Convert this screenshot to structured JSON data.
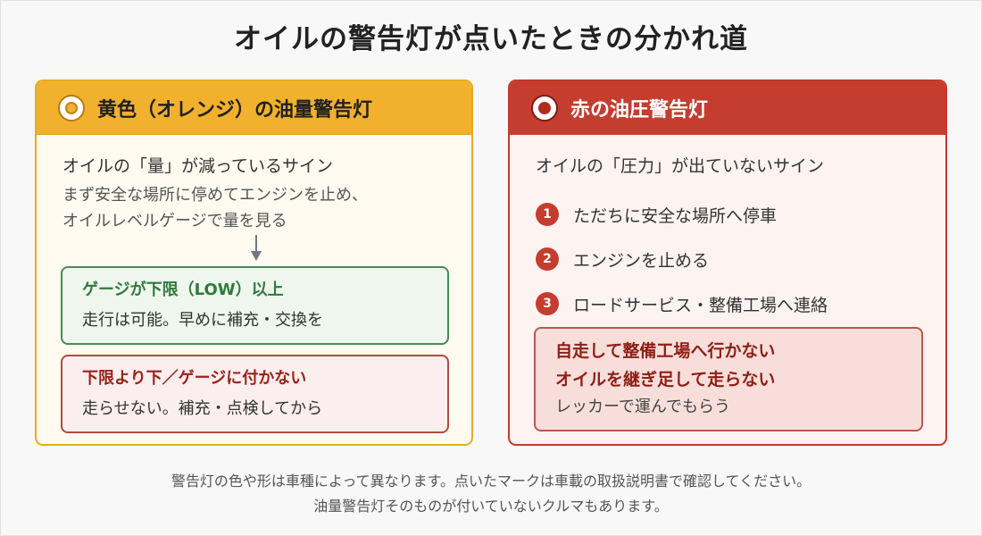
{
  "title": "オイルの警告灯が点いたときの分かれ道",
  "left_card": {
    "heading": "黄色（オレンジ）の油量警告灯",
    "lead": "オイルの「量」が減っているサイン",
    "note_line1": "まず安全な場所に停めてエンジンを止め、",
    "note_line2": "オイルレベルゲージで量を見る",
    "ok_box": {
      "title": "ゲージが下限（LOW）以上",
      "text": "走行は可能。早めに補充・交換を"
    },
    "ng_box": {
      "title": "下限より下／ゲージに付かない",
      "text": "走らせない。補充・点検してから"
    }
  },
  "right_card": {
    "heading": "赤の油圧警告灯",
    "lead": "オイルの「圧力」が出ていないサイン",
    "steps": [
      {
        "num": "1",
        "text": "ただちに安全な場所へ停車"
      },
      {
        "num": "2",
        "text": "エンジンを止める"
      },
      {
        "num": "3",
        "text": "ロードサービス・整備工場へ連絡"
      }
    ],
    "warning": {
      "line1": "自走して整備工場へ行かない",
      "line2": "オイルを継ぎ足して走らない",
      "sub": "レッカーで運んでもらう"
    }
  },
  "footer": {
    "line1": "警告灯の色や形は車種によって異なります。点いたマークは車載の取扱説明書で確認してください。",
    "line2": "油量警告灯そのものが付いていないクルマもあります。"
  },
  "colors": {
    "yellow": "#f1b12d",
    "red": "#c43d2f",
    "green": "#4b8a56"
  },
  "icons": {
    "lamp": "warning-lamp-icon",
    "arrow": "arrow-down-icon"
  }
}
